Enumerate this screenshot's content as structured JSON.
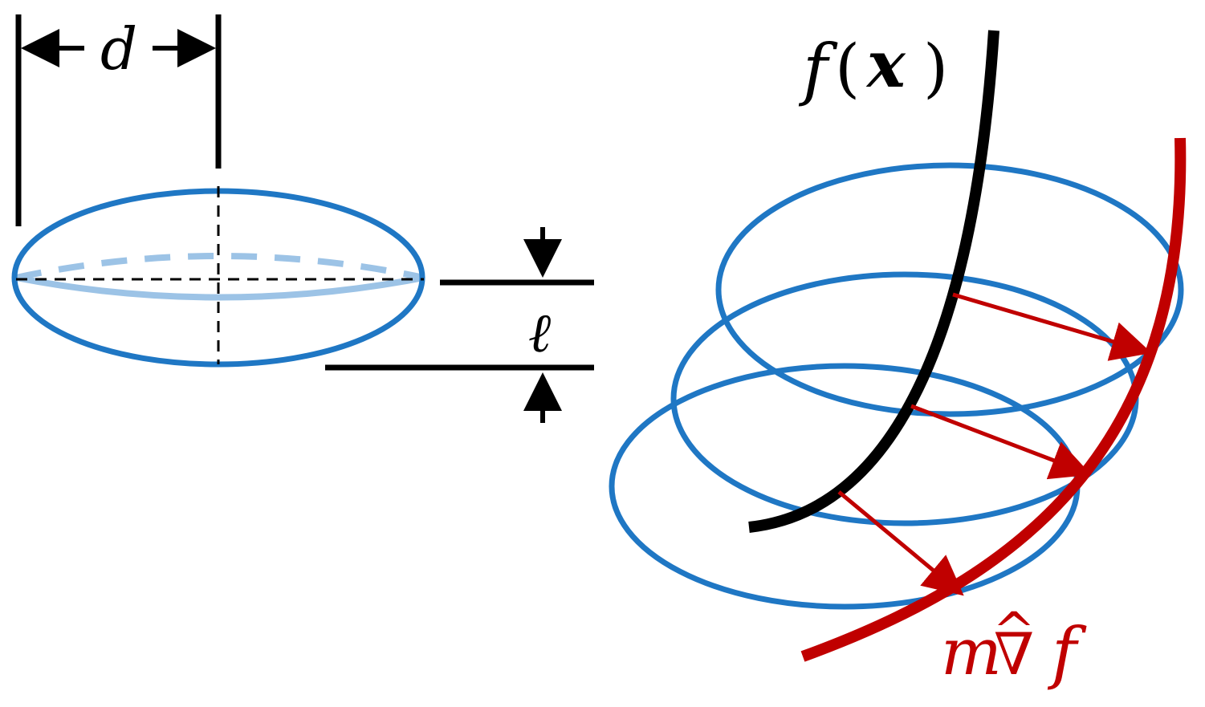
{
  "labels": {
    "width": "d",
    "thickness": "ℓ",
    "function_f": "f",
    "function_paren_open": "(",
    "function_x": "x",
    "function_paren_close": ")",
    "gradient_m": "m",
    "gradient_nabla": "∇",
    "gradient_hat": "^",
    "gradient_f": "f"
  },
  "colors": {
    "ellipse": "#1f77c4",
    "ellipse_light": "#9cc3e6",
    "black": "#000000",
    "gradient": "#c00000"
  }
}
